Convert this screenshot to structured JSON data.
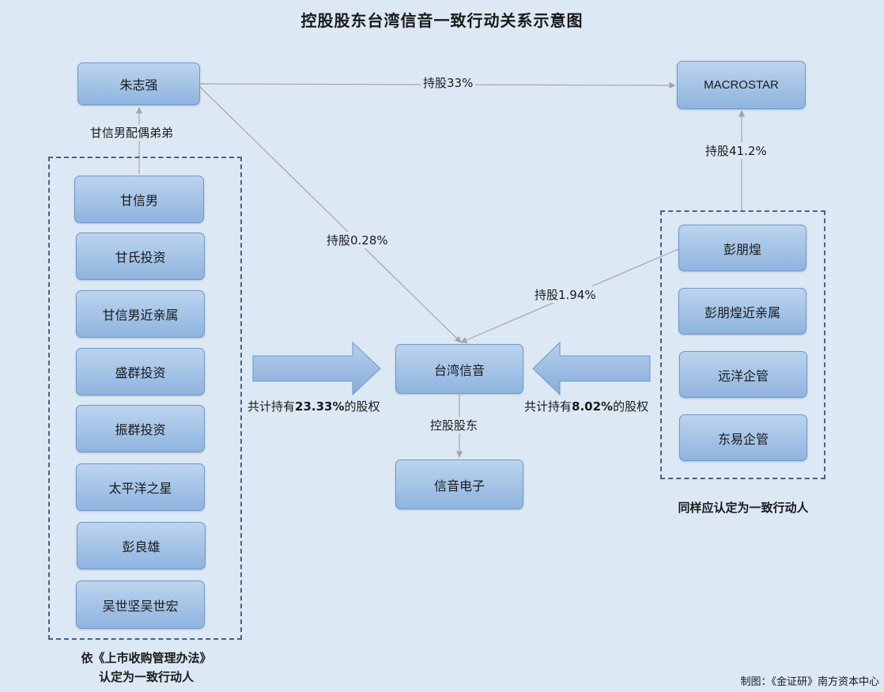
{
  "title": "控股股东台湾信音一致行动关系示意图",
  "nodes": {
    "zhu": "朱志强",
    "macrostar": "MACROSTAR",
    "taiwan": "台湾信音",
    "xinyin": "信音电子",
    "peng": "彭朋煌",
    "peng_rel": "彭朋煌近亲属",
    "yuanyang": "远洋企管",
    "dongyi": "东易企管"
  },
  "left_group": [
    "甘信男",
    "甘氏投资",
    "甘信男近亲属",
    "盛群投资",
    "振群投资",
    "太平洋之星",
    "彭良雄",
    "吴世坚吴世宏"
  ],
  "labels": {
    "spouse_brother": "甘信男配偶弟弟",
    "hold33": "持股33%",
    "hold028": "持股0.28%",
    "hold412": "持股41.2%",
    "hold194": "持股1.94%",
    "controlling": "控股股东",
    "left_pre": "共计持有",
    "left_pct": "23.33%",
    "left_post": "的股权",
    "right_pre": "共计持有",
    "right_pct": "8.02%",
    "right_post": "的股权"
  },
  "captions": {
    "left_line1": "依《上市收购管理办法》",
    "left_line2": "认定为一致行动人",
    "right": "同样应认定为一致行动人"
  },
  "credit": "制图：《金证研》南方资本中心",
  "colors": {
    "background": "#dce8f4",
    "node_top": "#bcd4ee",
    "node_bottom": "#8fb4df",
    "dashed_border": "#4a6089",
    "connector": "#a6a6a6"
  }
}
